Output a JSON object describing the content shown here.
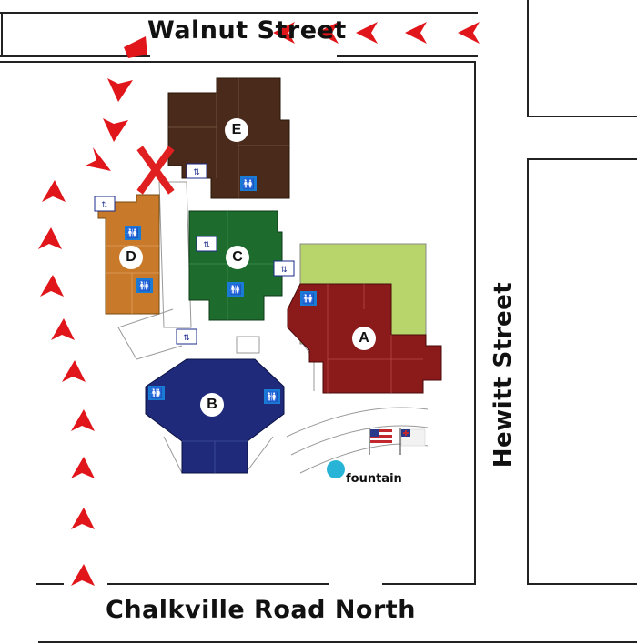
{
  "streets": {
    "north": "Walnut Street",
    "south": "Chalkville Road North",
    "east": "Hewitt Street"
  },
  "buildings": [
    {
      "label": "A",
      "color": "#8b1a1a"
    },
    {
      "label": "B",
      "color": "#1f2a7a"
    },
    {
      "label": "C",
      "color": "#1e6b2e"
    },
    {
      "label": "D",
      "color": "#c87a2a"
    },
    {
      "label": "E",
      "color": "#4a2a1a"
    }
  ],
  "lawn_color": "#b7d56b",
  "fountain": {
    "label": "fountain",
    "color": "#27b4d6"
  },
  "marker": {
    "symbol": "X",
    "color": "#e02020"
  },
  "arrow_color": "#e0161b",
  "icons": [
    "restroom-icon",
    "elevator-icon",
    "us-flag-icon",
    "christian-flag-icon"
  ]
}
